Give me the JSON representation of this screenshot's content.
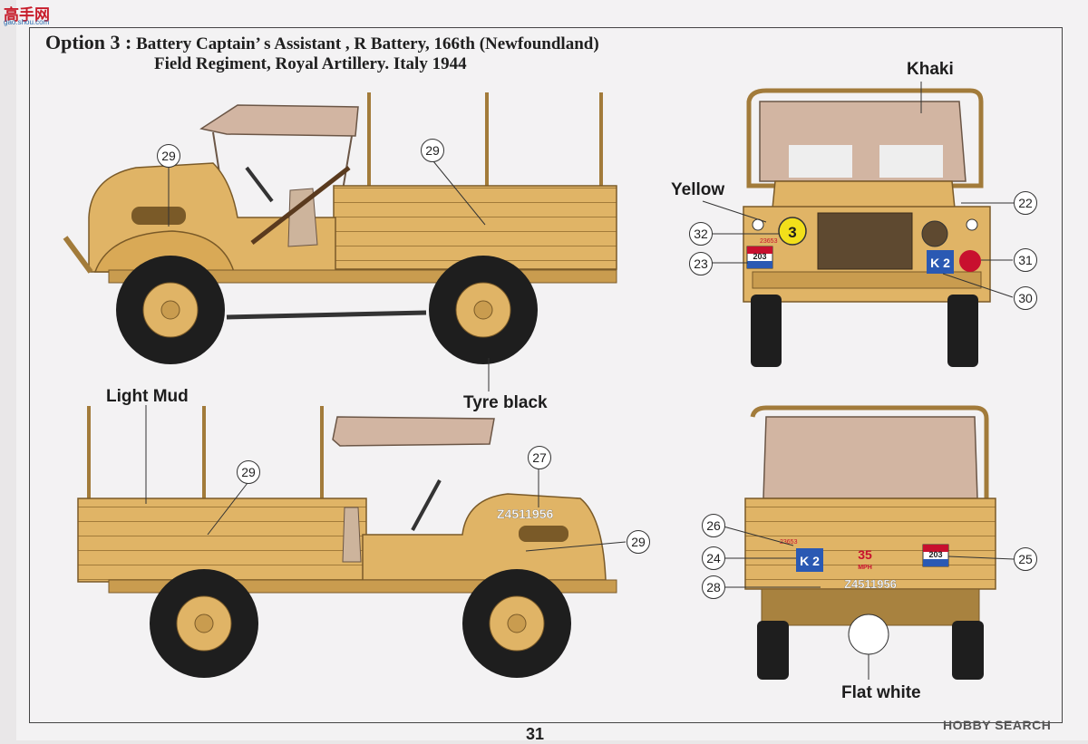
{
  "watermark_logo": {
    "text": "高手网",
    "sub": "gao.shou.com"
  },
  "title": {
    "option": "Option 3 :",
    "line1": "Battery Captain’ s Assistant , R Battery, 166th (Newfoundland)",
    "line2": "Field Regiment, Royal Artillery. Italy 1944"
  },
  "colors": {
    "khaki_body": "#e0b466",
    "canvas": "#d2b5a2",
    "tyre": "#1e1e1e",
    "yellow_disc": "#f2df1a"
  },
  "labels": {
    "khaki": "Khaki",
    "yellow": "Yellow",
    "light_mud": "Light Mud",
    "tyre_black": "Tyre black",
    "flat_white": "Flat white"
  },
  "callouts": {
    "c29a": "29",
    "c29b": "29",
    "c29c": "29",
    "c29d": "29",
    "c27": "27",
    "c22": "22",
    "c32": "32",
    "c23": "23",
    "c31": "31",
    "c30": "30",
    "c26": "26",
    "c24": "24",
    "c28": "28",
    "c25": "25"
  },
  "markings": {
    "tactical_number": "3",
    "unit_sign": "203",
    "bridge_class": "K 2",
    "registration": "Z4511956",
    "speed_limit": "35",
    "speed_unit": "MPH",
    "small_serial": "23653"
  },
  "page_number": "31",
  "site_watermark": "HOBBY SEARCH"
}
